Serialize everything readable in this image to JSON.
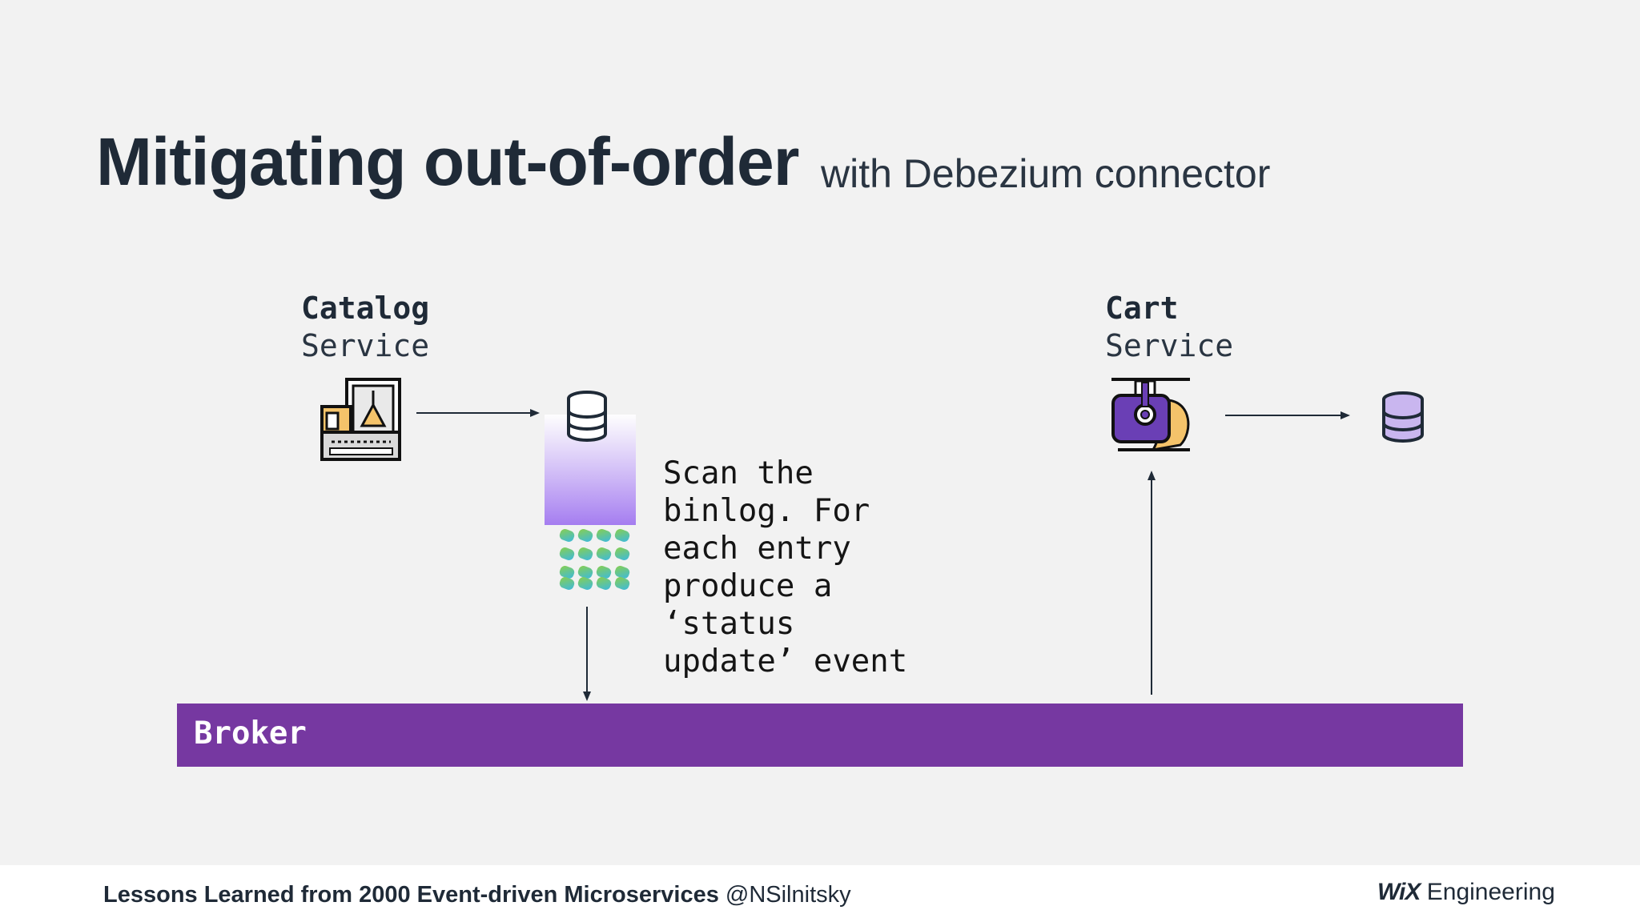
{
  "slide": {
    "title": "Mitigating out-of-order",
    "subtitle": "with Debezium connector"
  },
  "diagram": {
    "catalog": {
      "name": "Catalog",
      "type": "Service"
    },
    "cart": {
      "name": "Cart",
      "type": "Service"
    },
    "note": "Scan the\nbinlog. For\neach entry\nproduce a\n‘status\nupdate’ event",
    "broker": "Broker",
    "icons": [
      "factory-machine-icon",
      "database-icon",
      "debezium-icon",
      "cart-robot-icon",
      "database-icon"
    ]
  },
  "footer": {
    "talk": "Lessons Learned from 2000 Event-driven Microservices",
    "handle": "@NSilnitsky",
    "logo": "WiX",
    "brand": "Engineering"
  },
  "colors": {
    "broker": "#7638a1",
    "accent_purple": "#a57df0",
    "text_dark": "#1f2a37"
  }
}
